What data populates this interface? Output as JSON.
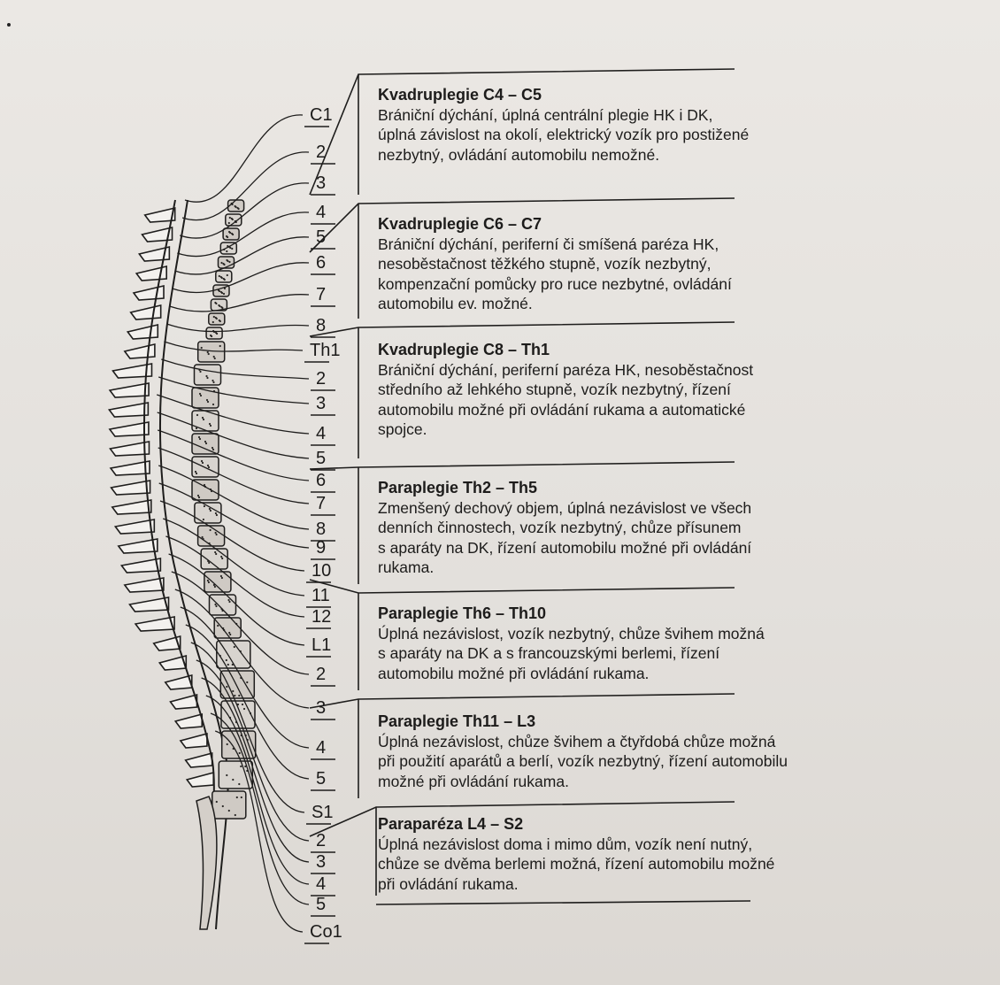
{
  "segments": {
    "cervical": [
      "C1",
      "2",
      "3",
      "4",
      "5",
      "6",
      "7",
      "8"
    ],
    "thoracic": [
      "Th1",
      "2",
      "3",
      "4",
      "5",
      "6",
      "7",
      "8",
      "9",
      "10",
      "11",
      "12"
    ],
    "lumbar": [
      "L1",
      "2",
      "3",
      "4",
      "5"
    ],
    "sacral": [
      "S1",
      "2",
      "3",
      "4",
      "5"
    ],
    "coccygeal": [
      "Co1"
    ]
  },
  "blocks": [
    {
      "title": "Kvadruplegie C4 – C5",
      "text": "Brániční dýchání, úplná centrální plegie HK i DK,\núplná závislost na okolí, elektrický vozík pro postižené\nnezbytný, ovládání automobilu nemožné."
    },
    {
      "title": "Kvadruplegie C6 – C7",
      "text": "Brániční dýchání, periferní či smíšená paréza HK,\nnesoběstačnost těžkého stupně, vozík nezbytný,\nkompenzační pomůcky pro ruce nezbytné, ovládání\nautomobilu ev. možné."
    },
    {
      "title": "Kvadruplegie C8 – Th1",
      "text": "Brániční dýchání, periferní paréza HK, nesoběstačnost\nstředního až lehkého stupně, vozík nezbytný, řízení\nautomobilu možné při ovládání rukama a automatické\nspojce."
    },
    {
      "title": "Paraplegie Th2 – Th5",
      "text": "Zmenšený dechový objem, úplná nezávislost ve všech\ndenních činnostech, vozík nezbytný, chůze přísunem\ns aparáty na DK, řízení automobilu možné při ovládání\nrukama."
    },
    {
      "title": "Paraplegie Th6 – Th10",
      "text": "Úplná nezávislost, vozík nezbytný, chůze švihem možná\ns aparáty na DK a s francouzskými berlemi, řízení\nautomobilu možné při ovládání rukama."
    },
    {
      "title": "Paraplegie Th11 – L3",
      "text": "Úplná nezávislost, chůze švihem a čtyřdobá chůze možná\npři použití aparátů a berlí, vozík nezbytný, řízení automobilu\nmožné při ovládání rukama."
    },
    {
      "title": "Paraparéza L4 – S2",
      "text": "Úplná nezávislost doma i mimo dům, vozík není nutný,\nchůze se dvěma berlemi možná, řízení automobilu možné\npři ovládání rukama."
    }
  ]
}
